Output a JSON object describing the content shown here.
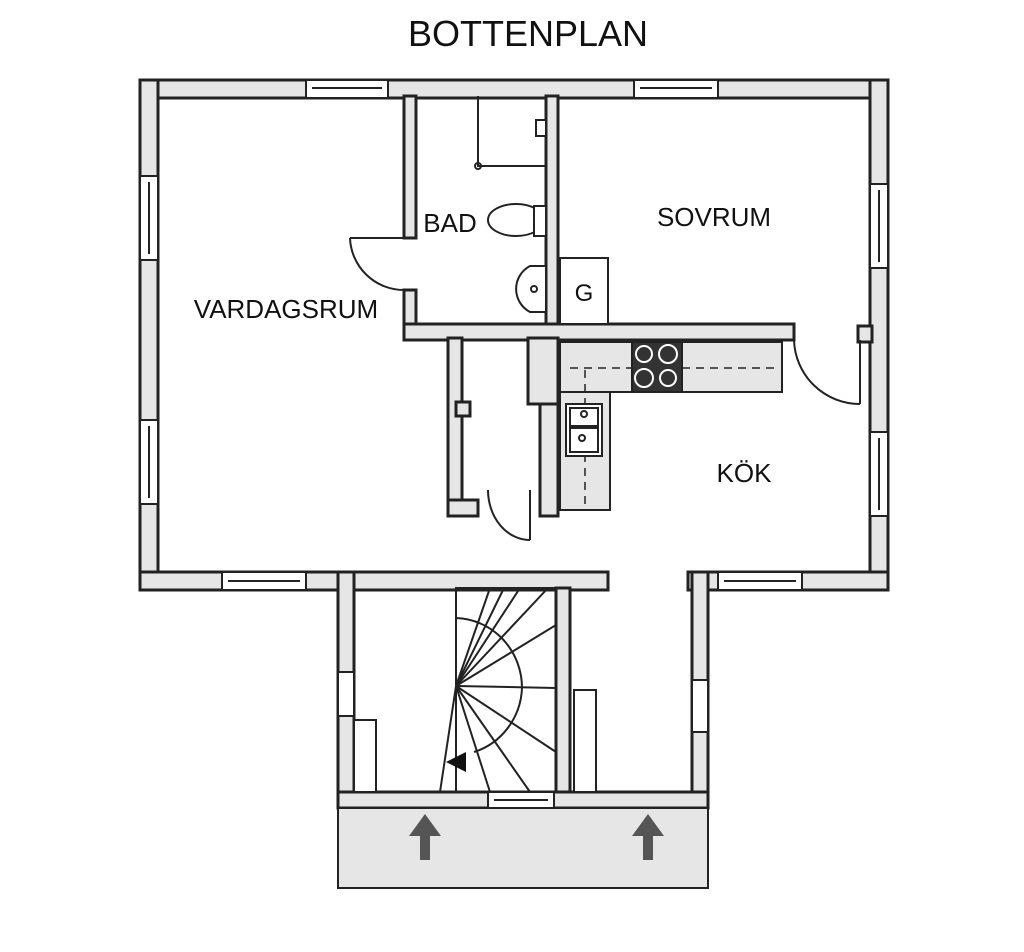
{
  "title": "BOTTENPLAN",
  "rooms": {
    "bad": "BAD",
    "sovrum": "SOVRUM",
    "vardagsrum": "VARDAGSRUM",
    "kok": "KÖK",
    "garderob": "G"
  },
  "colors": {
    "wall_fill": "#e6e6e6",
    "line": "#222222",
    "stove": "#333333",
    "entrance_arrow": "#555555"
  }
}
